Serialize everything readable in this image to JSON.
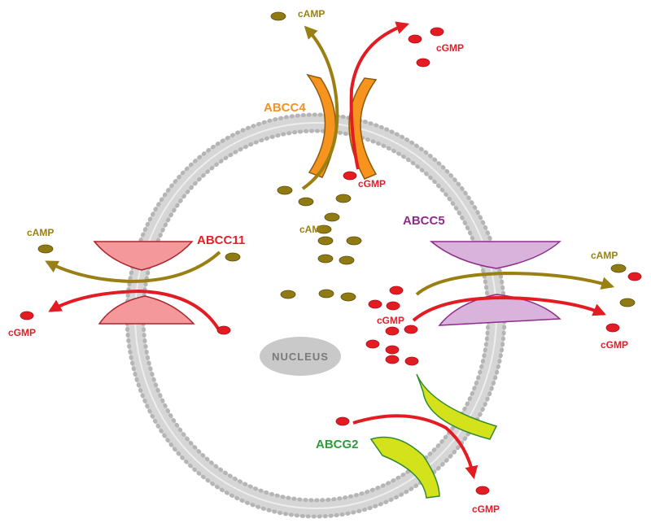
{
  "labels": {
    "abcc4": "ABCC4",
    "abcc5": "ABCC5",
    "abcc11": "ABCC11",
    "abcg2": "ABCG2",
    "nucleus": "NUCLEUS",
    "camp": "cAMP",
    "cgmp": "cGMP"
  },
  "colors": {
    "camp": "#8f7a14",
    "cgmp": "#e31b23",
    "abcc4": "#f7941d",
    "abcc5": "#d9b3dc",
    "abcc11": "#f4989c",
    "abcg2": "#d4e21c",
    "membrane": "#c8c8c8",
    "nucleus": "#c9c9c9"
  }
}
